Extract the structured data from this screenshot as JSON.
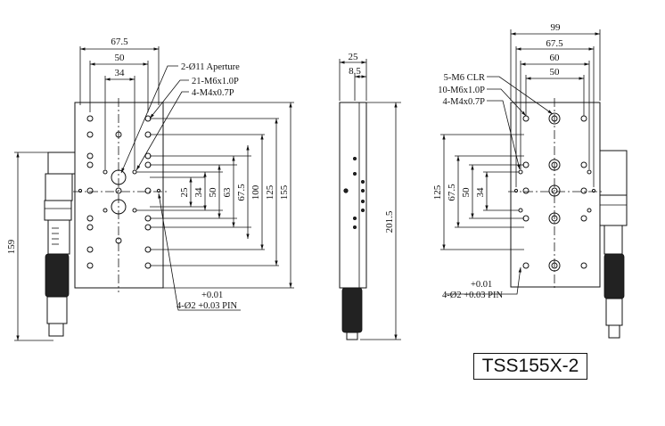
{
  "model": "TSS155X-2",
  "left_view": {
    "top_dims": [
      "67.5",
      "50",
      "34"
    ],
    "callouts": [
      "2-Ø11 Aperture",
      "21-M6x1.0P",
      "4-M4x0.7P"
    ],
    "right_dims": [
      "25",
      "34",
      "50",
      "63",
      "67.5",
      "100",
      "125",
      "155"
    ],
    "height_dim": "159",
    "pin_tol": "+0.01",
    "pin_label": "4-Ø2 +0.03 PIN"
  },
  "side_view": {
    "top_dims": [
      "25",
      "8.5"
    ],
    "height_dim": "201.5"
  },
  "right_view": {
    "top_dims": [
      "99",
      "67.5",
      "60",
      "50"
    ],
    "callouts": [
      "5-M6 CLR",
      "10-M6x1.0P",
      "4-M4x0.7P"
    ],
    "left_dims": [
      "125",
      "67.5",
      "50",
      "34"
    ],
    "pin_tol": "+0.01",
    "pin_label": "4-Ø2 +0.03 PIN"
  }
}
